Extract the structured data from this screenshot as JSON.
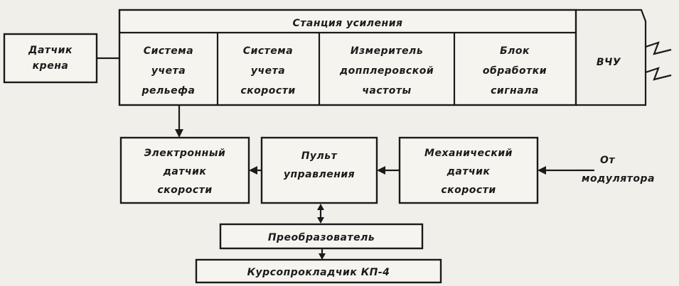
{
  "diagram": {
    "roll_sensor": [
      "Датчик",
      "крена"
    ],
    "station_title": "Станция   усиления",
    "station_blocks": [
      [
        "Система",
        "учета",
        "рельефа"
      ],
      [
        "Система",
        "учета",
        "скорости"
      ],
      [
        "Измеритель",
        "допплеровской",
        "частоты"
      ],
      [
        "Блок",
        "обработки",
        "сигнала"
      ]
    ],
    "hf_unit": "ВЧУ",
    "electronic_sensor": [
      "Электронный",
      "датчик",
      "скорости"
    ],
    "control_panel": [
      "Пульт",
      "управления"
    ],
    "mechanical_sensor": [
      "Механический",
      "датчик",
      "скорости"
    ],
    "modulator_label": [
      "От",
      "модулятора"
    ],
    "converter": "Преобразователь",
    "course_plotter": "Курсопрокладчик  КП-4"
  }
}
